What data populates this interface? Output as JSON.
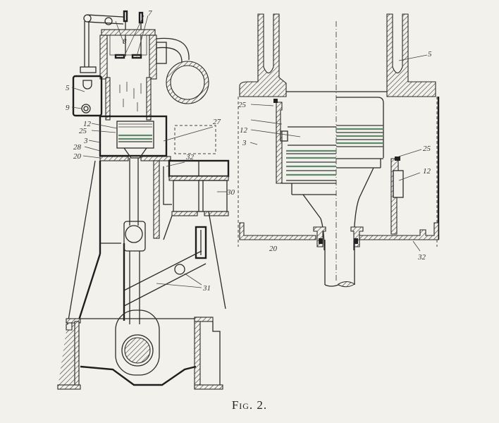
{
  "figure": {
    "caption": "Fig. 2.",
    "description": "Sectional drawing of a crosshead engine with piston, cylinder, scavenge pump and enlarged detail of piston and cylinder bottom"
  },
  "left_view": {
    "labels": {
      "l7": "7",
      "l8": "8",
      "l5": "5",
      "l9": "9",
      "l12": "12",
      "l25": "25",
      "l3": "3",
      "l28": "28",
      "l20": "20",
      "l27": "27",
      "l32": "32",
      "l30": "30",
      "l31": "31"
    }
  },
  "right_view": {
    "labels": {
      "l5": "5",
      "l25a": "25",
      "l12a": "12",
      "l3": "3",
      "l25b": "25",
      "l12b": "12",
      "l20": "20",
      "l32": "32"
    }
  },
  "colors": {
    "paper": "#f3f1ec",
    "ink": "#2a2a2a",
    "ring_tint": "#5f8a6a"
  }
}
